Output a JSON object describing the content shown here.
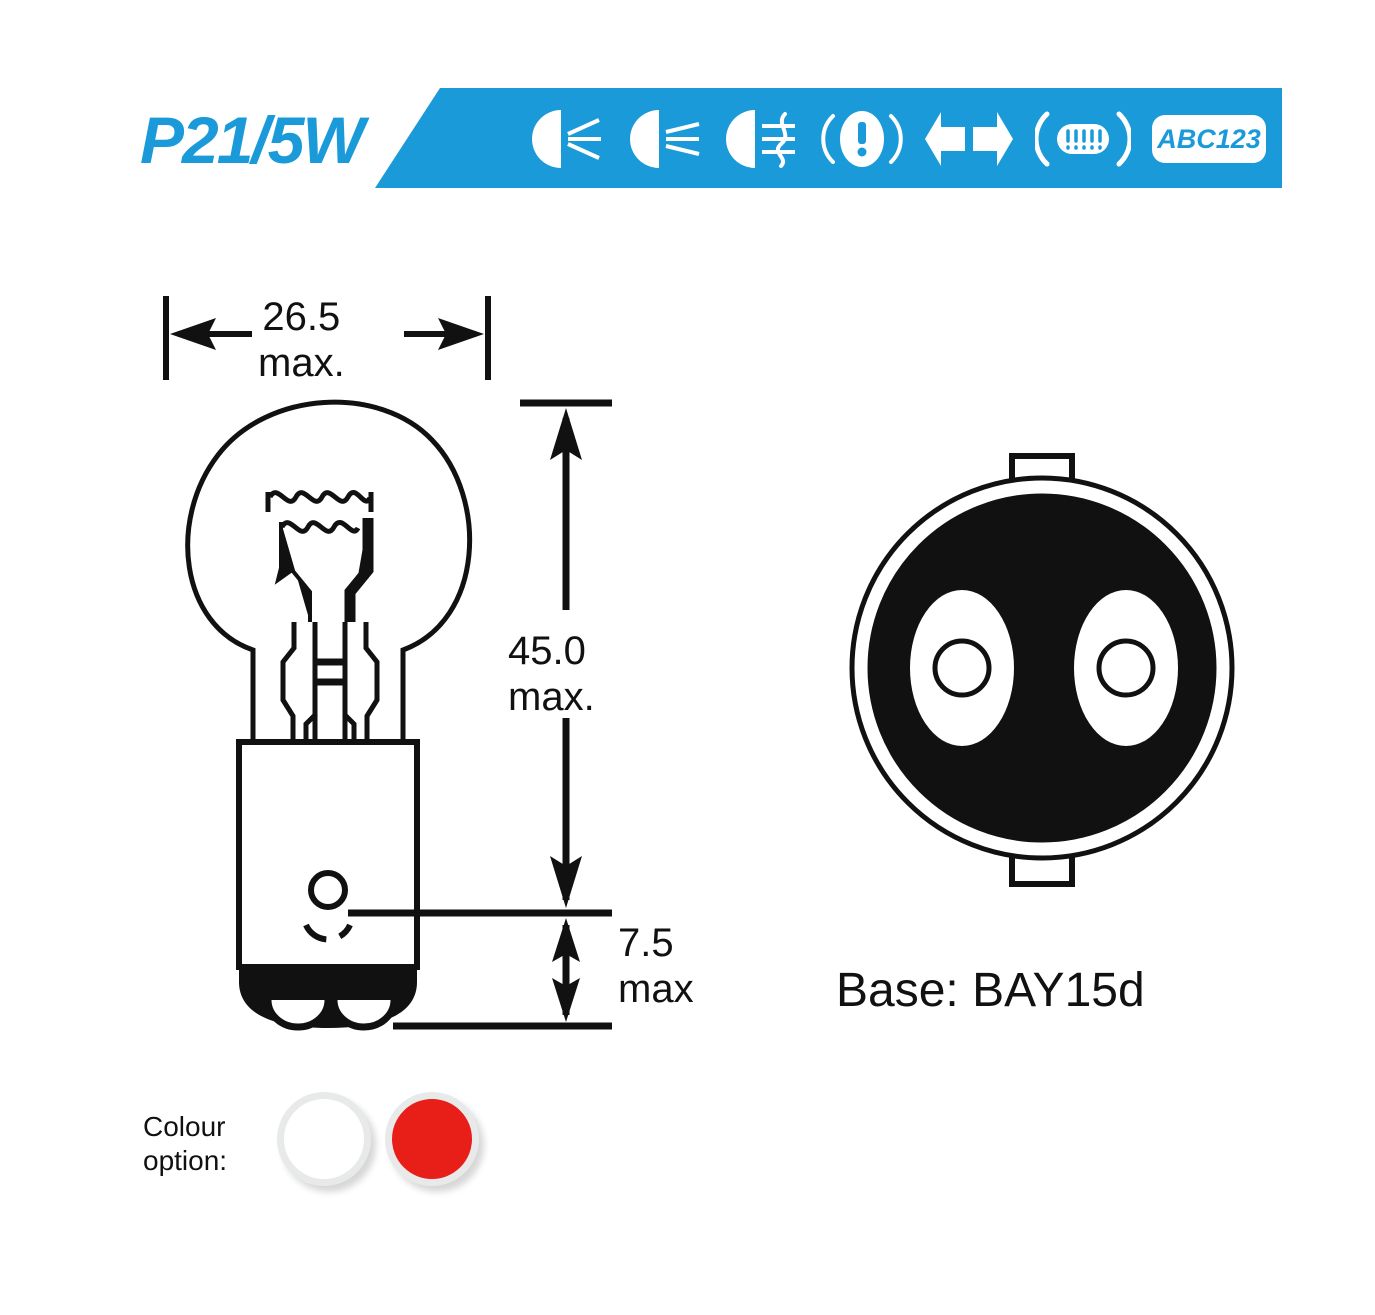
{
  "banner": {
    "title": "P21/5W",
    "background_color": "#1b9ad9",
    "icons": [
      {
        "name": "low-beam-icon",
        "label": "Low beam headlight"
      },
      {
        "name": "high-beam-icon",
        "label": "High beam headlight"
      },
      {
        "name": "fog-light-icon",
        "label": "Fog light"
      },
      {
        "name": "warning-light-icon",
        "label": "Warning / hazard indicator"
      },
      {
        "name": "turn-signal-icon",
        "label": "Turn signal / indicator"
      },
      {
        "name": "brake-tail-light-icon",
        "label": "Brake / tail light"
      },
      {
        "name": "licence-plate-icon",
        "label": "ABC123"
      }
    ],
    "licence_plate_text": "ABC123"
  },
  "drawing": {
    "dimensions": {
      "width": "26.5\nmax.",
      "total_height": "45.0\nmax.",
      "base_height": "7.5\nmax"
    },
    "base_type": "Base: BAY15d"
  },
  "colour_option": {
    "label": "Colour\noption:",
    "swatches": [
      {
        "name": "colour-swatch-white",
        "value": "#ffffff"
      },
      {
        "name": "colour-swatch-red",
        "value": "#e81f19"
      }
    ]
  }
}
